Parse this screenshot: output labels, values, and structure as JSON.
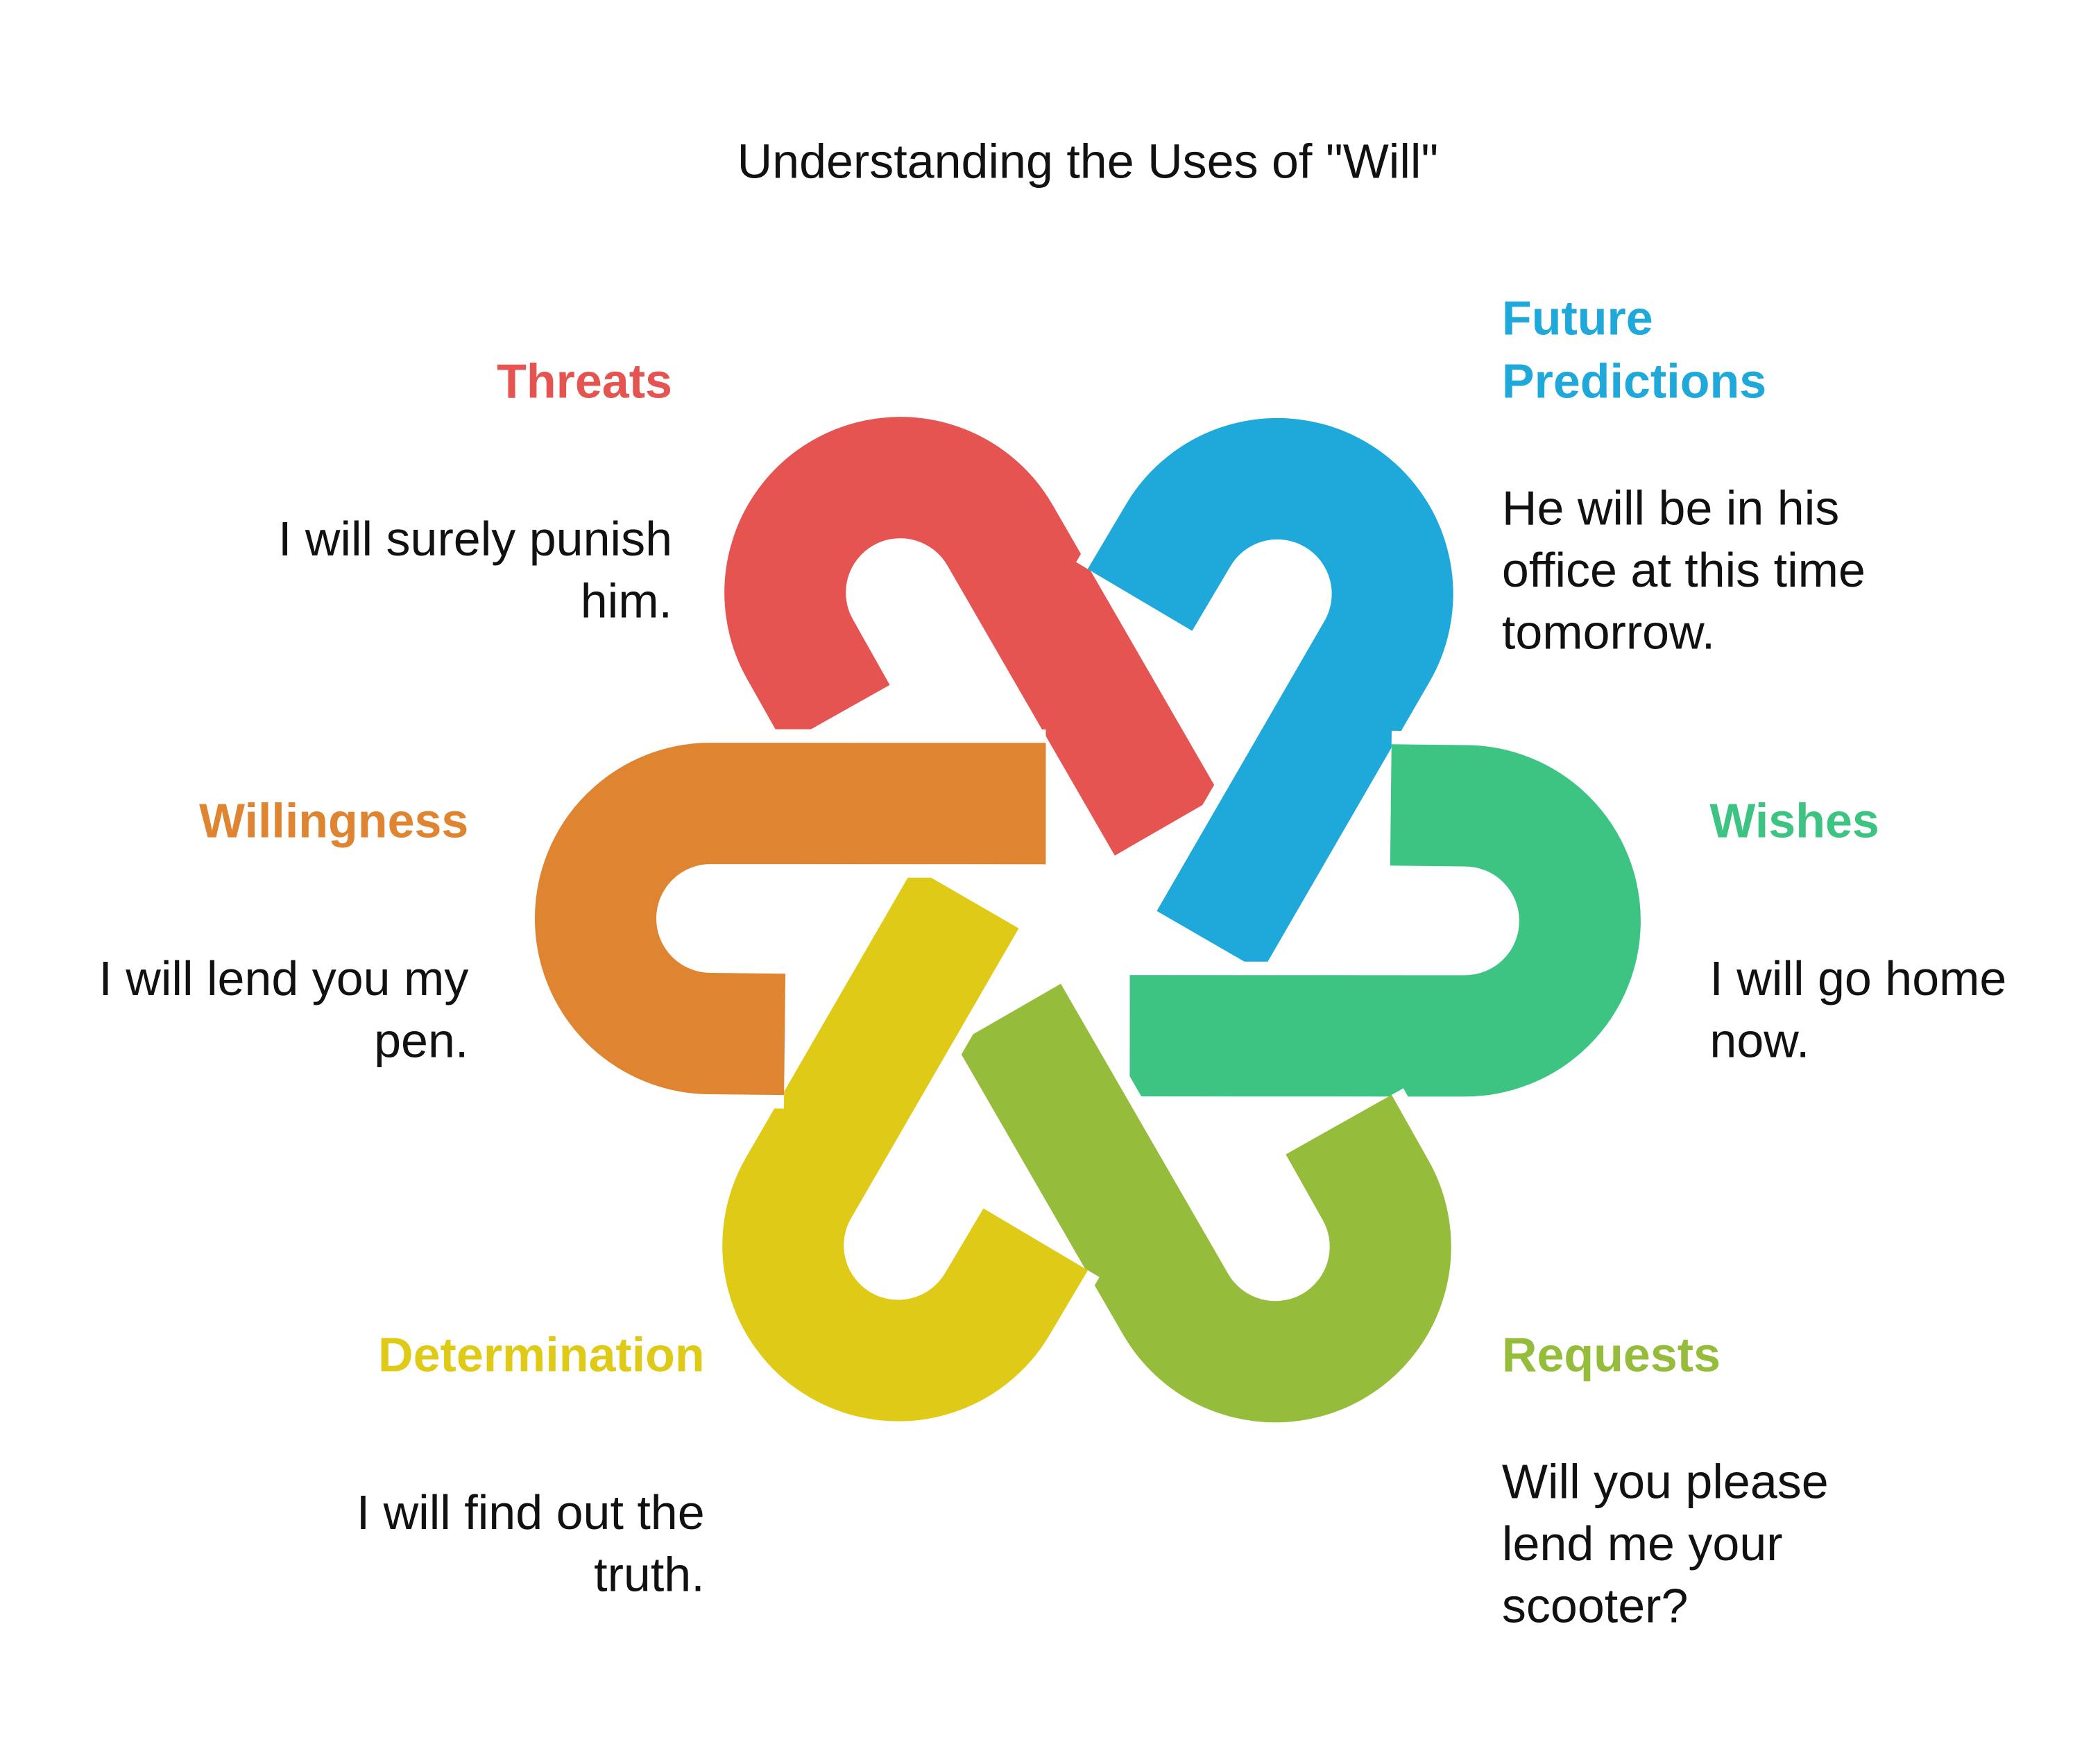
{
  "title": "Understanding the Uses of \"Will\"",
  "items": [
    {
      "heading": "Threats",
      "color": "#E55451",
      "lines": [
        "I will surely punish",
        "him."
      ]
    },
    {
      "heading_lines": [
        "Future",
        "Predictions"
      ],
      "color": "#1FA9DA",
      "lines": [
        "He will be in his",
        "office at this time",
        "tomorrow."
      ]
    },
    {
      "heading": "Wishes",
      "color": "#3EC482",
      "lines": [
        "I will go home",
        "now."
      ]
    },
    {
      "heading": "Requests",
      "color": "#95BC3A",
      "lines": [
        "Will you please",
        "lend me your",
        "scooter?"
      ]
    },
    {
      "heading": "Determination",
      "color": "#DFCB17",
      "lines": [
        "I will find out the",
        "truth."
      ]
    },
    {
      "heading": "Willingness",
      "color": "#DF8430",
      "lines": [
        "I will lend you my",
        "pen."
      ]
    }
  ]
}
